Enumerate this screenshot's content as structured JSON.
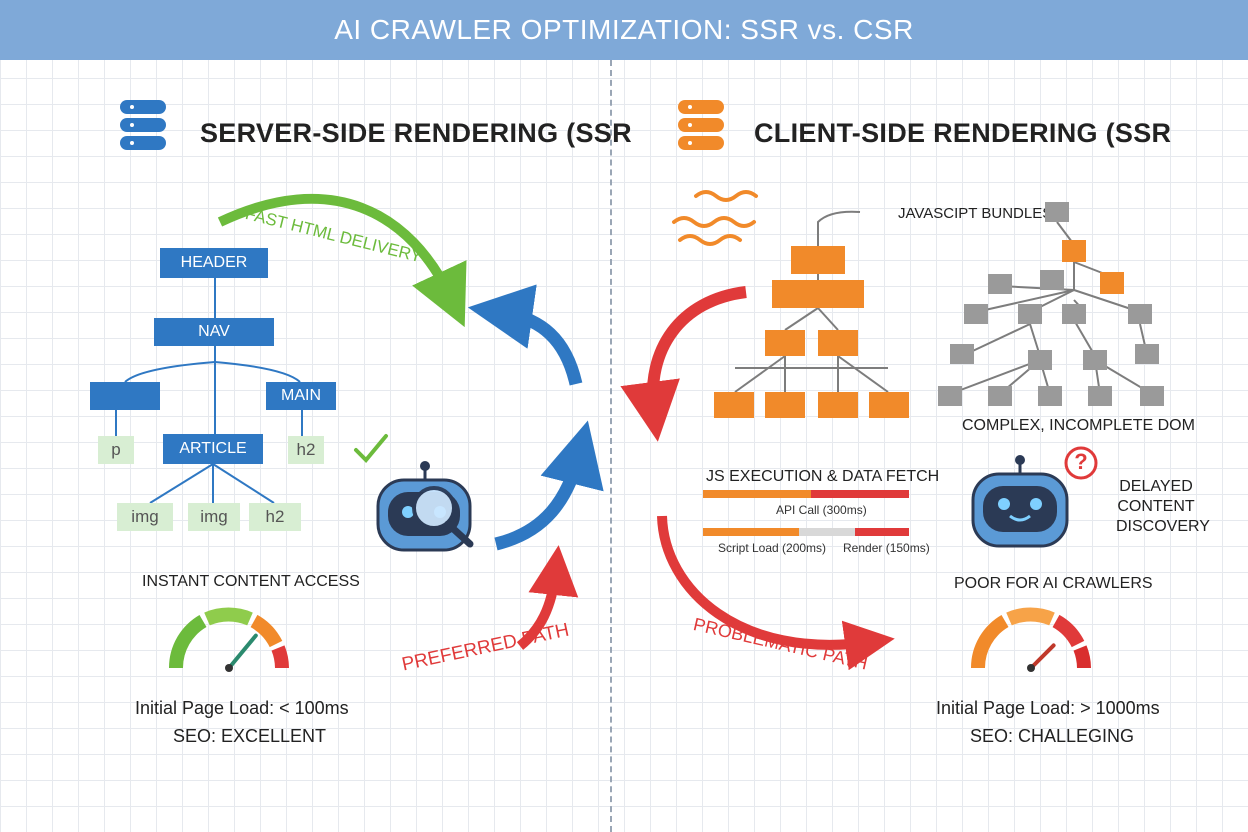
{
  "title": "AI CRAWLER OPTIMIZATION: SSR vs. CSR",
  "ssr": {
    "heading": "SERVER-SIDE RENDERING (SSR",
    "icon": "server-stack-icon",
    "icon_color": "#2f78c3",
    "arrow_label": "FAST HTML DELIVERY",
    "tree": {
      "header": "HEADER",
      "nav": "NAV",
      "main": "MAIN",
      "p": "p",
      "article": "ARTICLE",
      "h2_top": "h2",
      "img1": "img",
      "img2": "img",
      "h2_bottom": "h2"
    },
    "access_label": "INSTANT CONTENT ACCESS",
    "load_line": "Initial Page Load: < 100ms",
    "seo_line": "SEO: EXCELLENT",
    "path_label": "PREFERRED PATH",
    "gauge_level": 0.72
  },
  "csr": {
    "heading": "CLIENT-SIDE RENDERING (SSR",
    "icon": "server-stack-icon",
    "icon_color": "#f18a2a",
    "bundles_label": "JAVASCIPT BUNDLES",
    "dom_label": "COMPLEX, INCOMPLETE DOM",
    "exec_title": "JS EXECUTION & DATA FETCH",
    "api_label": "API Call (300ms)",
    "script_label": "Script Load (200ms)",
    "render_label": "Render (150ms)",
    "delayed_line1": "DELAYED",
    "delayed_line2": "CONTENT",
    "delayed_line3": "DISCOVERY",
    "poor_label": "POOR FOR AI CRAWLERS",
    "question": "?",
    "load_line": "Initial Page Load: > 1000ms",
    "seo_line": "SEO: CHALLEGING",
    "path_label": "PROBLEMATIC PATH",
    "gauge_level": 0.75
  },
  "colors": {
    "blue": "#2f78c3",
    "green": "#6cbb3c",
    "red": "#e03a3a",
    "orange": "#f18a2a",
    "gray": "#9a9a9a"
  }
}
